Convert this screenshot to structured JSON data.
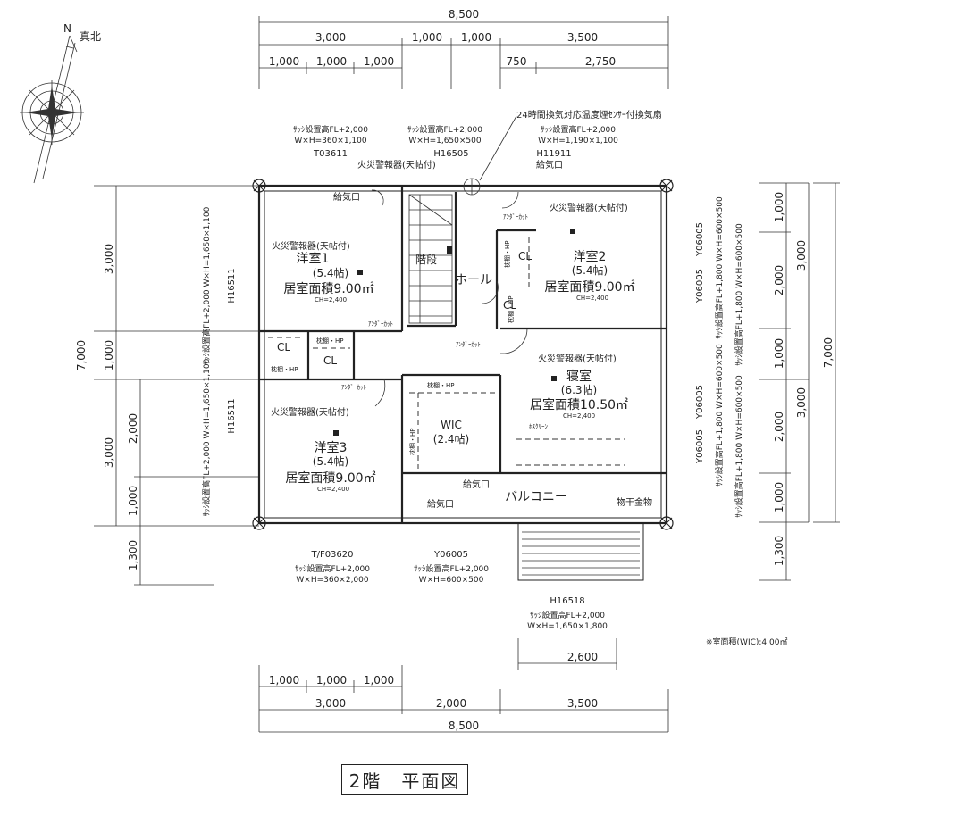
{
  "north": {
    "n_label": "N",
    "true_north_label": "真北"
  },
  "dims_top": {
    "total": "8,500",
    "row2": [
      "3,000",
      "1,000",
      "1,000",
      "3,500"
    ],
    "row3": [
      "1,000",
      "1,000",
      "1,000",
      "750",
      "2,750"
    ]
  },
  "dims_bottom": {
    "row1": [
      "1,000",
      "1,000",
      "1,000"
    ],
    "row2": [
      "3,000",
      "2,000",
      "3,500"
    ],
    "total": "8,500",
    "balcony": "2,600"
  },
  "dims_left": {
    "total": "7,000",
    "col1": [
      "3,000",
      "1,000",
      "3,000"
    ],
    "col2": [
      "2,000",
      "1,000",
      "1,300"
    ]
  },
  "dims_right": {
    "total": "7,000",
    "col1": [
      "1,000",
      "2,000",
      "1,000",
      "2,000",
      "1,000",
      "1,300"
    ],
    "col2": [
      "3,000",
      "3,000"
    ]
  },
  "windows": {
    "t03611": {
      "code": "T03611",
      "height": "ｻｯｼ設置高FL+2,000",
      "size": "W×H=360×1,100"
    },
    "h16505": {
      "code": "H16505",
      "height": "ｻｯｼ設置高FL+2,000",
      "size": "W×H=1,650×500"
    },
    "h11911": {
      "code": "H11911",
      "height": "ｻｯｼ設置高FL+2,000",
      "size": "W×H=1,190×1,100"
    },
    "left_upper": {
      "code": "H16511",
      "text": "ｻｯｼ設置高FL+2,000 W×H=1,650×1,100"
    },
    "left_lower": {
      "code": "H16511",
      "text": "ｻｯｼ設置高FL+2,000 W×H=1,650×1,100"
    },
    "right_upper_a": {
      "code": "Y06005",
      "text": "ｻｯｼ設置高FL+1,800 W×H=600×500"
    },
    "right_upper_b": {
      "code": "Y06005",
      "text": "ｻｯｼ設置高FL+1,800 W×H=600×500"
    },
    "right_lower_a": {
      "code": "Y06005",
      "text": "ｻｯｼ設置高FL+1,800 W×H=600×500"
    },
    "right_lower_b": {
      "code": "Y06005",
      "text": "ｻｯｼ設置高FL+1,800 W×H=600×500"
    },
    "tf03620": {
      "code": "T/F03620",
      "height": "ｻｯｼ設置高FL+2,000",
      "size": "W×H=360×2,000"
    },
    "y06005_bottom": {
      "code": "Y06005",
      "height": "ｻｯｼ設置高FL+2,000",
      "size": "W×H=600×500"
    },
    "h16518": {
      "code": "H16518",
      "height": "ｻｯｼ設置高FL+2,000",
      "size": "W×H=1,650×1,800"
    }
  },
  "fan_label": "24時間換気対応温度煙ｾﾝｻｰ付換気扇",
  "rooms": {
    "youshitsu1": {
      "name": "洋室1",
      "tatami": "(5.4帖)",
      "area": "居室面積9.00㎡",
      "ch": "CH=2,400",
      "alarm": "火災警報器(天帖付)"
    },
    "youshitsu2": {
      "name": "洋室2",
      "tatami": "(5.4帖)",
      "area": "居室面積9.00㎡",
      "ch": "CH=2,400",
      "alarm": "火災警報器(天帖付)"
    },
    "youshitsu3": {
      "name": "洋室3",
      "tatami": "(5.4帖)",
      "area": "居室面積9.00㎡",
      "ch": "CH=2,400",
      "alarm": "火災警報器(天帖付)"
    },
    "shinshitsu": {
      "name": "寝室",
      "tatami": "(6.3帖)",
      "area": "居室面積10.50㎡",
      "ch": "CH=2,400",
      "alarm": "火災警報器(天帖付)"
    },
    "wic": {
      "name": "WIC",
      "tatami": "(2.4帖)"
    },
    "stairs": "階段",
    "hall": "ホール",
    "balcony": "バルコニー"
  },
  "labels": {
    "alarm_top": "火災警報器(天帖付)",
    "supply_vent": "給気口",
    "undercut": "ｱﾝﾀﾞｰｶｯﾄ",
    "cl": "CL",
    "shelf_hp": "枕棚・HP",
    "hoscreen": "ﾎｽｸﾘｰﾝ",
    "dryer_hardware": "物干金物",
    "wic_note": "※室面積(WIC):4.00㎡"
  },
  "title": "2階　平面図"
}
